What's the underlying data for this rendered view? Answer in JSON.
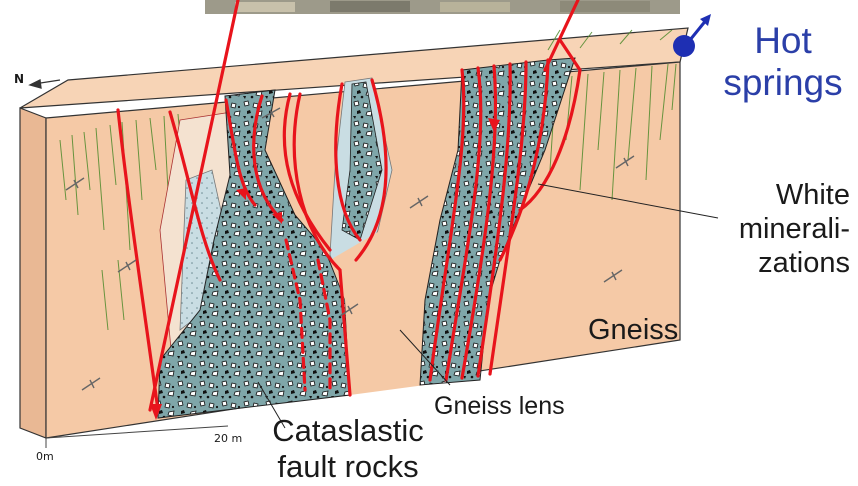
{
  "labels": {
    "hot_springs_line1": "Hot",
    "hot_springs_line2": "springs",
    "white_min_line1": "White",
    "white_min_line2": "minerali-",
    "white_min_line3": "zations",
    "gneiss": "Gneiss",
    "gneiss_lens": "Gneiss lens",
    "cataclastic_line1": "Cataslastic",
    "cataclastic_line2": "fault rocks",
    "north": "N",
    "scale_20": "20 m",
    "scale_0": "0m"
  },
  "colors": {
    "gneiss": "#f5c9a6",
    "gneiss_top": "#f7d4b6",
    "fault_rock": "#7fa6a9",
    "light_zone": "#c9dde3",
    "pale_zone": "#f4e2d0",
    "fault_line": "#e8141c",
    "vein": "#4f8a2c",
    "hot_spring_dot": "#1e2fb3",
    "hot_spring_text": "#2b3fa8"
  },
  "icons": [
    "north-arrow-icon",
    "hot-spring-dot-icon",
    "photo-strip"
  ]
}
